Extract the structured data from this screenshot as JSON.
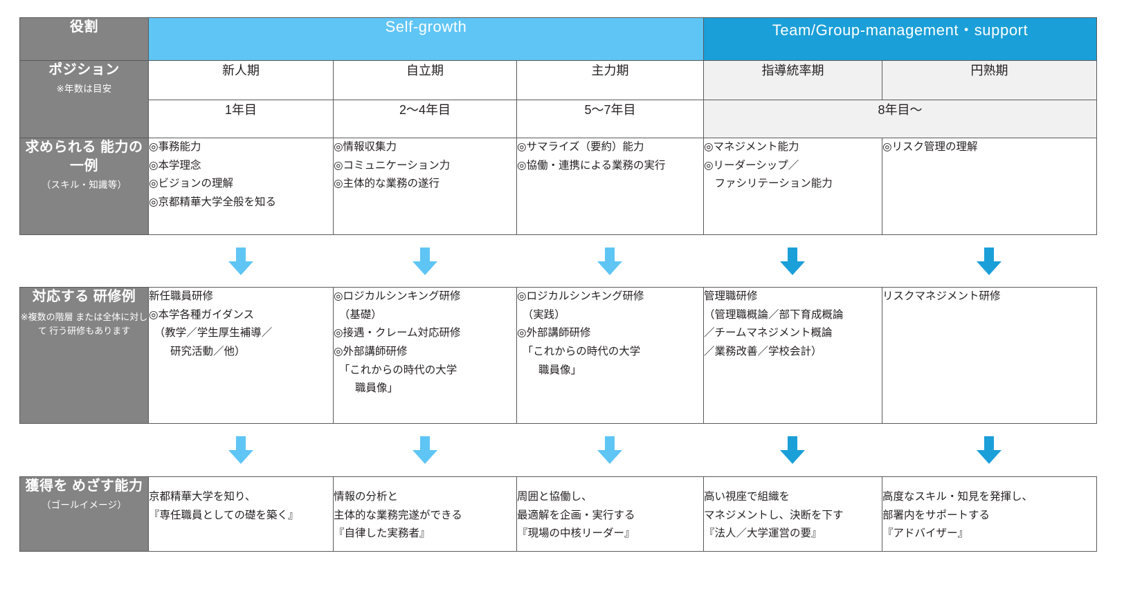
{
  "colors": {
    "band_self": "#5fc5f5",
    "band_team": "#1b9fd8",
    "row_header_gray": "#848484",
    "tint_gray": "#f1f1f1",
    "border": "#58595b",
    "arrow_light": "#5fc5f5",
    "arrow_dark": "#1b9fd8",
    "text": "#231f20"
  },
  "row_headers": {
    "role": {
      "main": "役割",
      "sub": ""
    },
    "position": {
      "main": "ポジション",
      "sub": "※年数は目安"
    },
    "skills": {
      "main": "求められる\n能力の一例",
      "sub": "（スキル・知識等）"
    },
    "training": {
      "main": "対応する\n研修例",
      "sub": "※複数の階層\nまたは全体に対して\n行う研修もあります"
    },
    "goal": {
      "main": "獲得を\nめざす能力",
      "sub": "（ゴールイメージ）"
    }
  },
  "bands": [
    {
      "label": "Self-growth",
      "span": 3,
      "style": "self"
    },
    {
      "label": "Team/Group-management・support",
      "span": 2,
      "style": "team"
    }
  ],
  "positions": [
    "新人期",
    "自立期",
    "主力期",
    "指導統率期",
    "円熟期"
  ],
  "years": [
    {
      "label": "1年目",
      "span": 1
    },
    {
      "label": "2〜4年目",
      "span": 1
    },
    {
      "label": "5〜7年目",
      "span": 1
    },
    {
      "label": "8年目〜",
      "span": 2
    }
  ],
  "skills": [
    "◎事務能力\n◎本学理念\n◎ビジョンの理解\n◎京都精華大学全般を知る",
    "◎情報収集力\n◎コミュニケーション力\n◎主体的な業務の遂行",
    "◎サマライズ（要約）能力\n◎協働・連携による業務の実行",
    "◎マネジメント能力\n◎リーダーシップ／\n　ファシリテーション能力",
    "◎リスク管理の理解"
  ],
  "training": [
    "新任職員研修\n◎本学各種ガイダンス\n　（教学／学生厚生補導／\n　　研究活動／他）",
    "◎ロジカルシンキング研修\n　（基礎）\n◎接遇・クレーム対応研修\n◎外部講師研修\n　「これからの時代の大学\n　　職員像」",
    "◎ロジカルシンキング研修\n　（実践）\n◎外部講師研修\n　「これからの時代の大学\n　　職員像」",
    "管理職研修\n（管理職概論／部下育成概論\n／チームマネジメント概論\n／業務改善／学校会計）",
    "リスクマネジメント研修"
  ],
  "goals": [
    "京都精華大学を知り、\n『専任職員としての礎を築く』",
    "情報の分析と\n主体的な業務完遂ができる\n『自律した実務者』",
    "周囲と協働し、\n最適解を企画・実行する\n『現場の中核リーダー』",
    "高い視座で組織を\nマネジメントし、決断を下す\n『法人／大学運営の要』",
    "高度なスキル・知見を発揮し、\n部署内をサポートする\n『アドバイザー』"
  ],
  "arrows": {
    "icon": "arrow-down-icon",
    "columns": [
      "light",
      "light",
      "light",
      "dark",
      "dark"
    ]
  }
}
